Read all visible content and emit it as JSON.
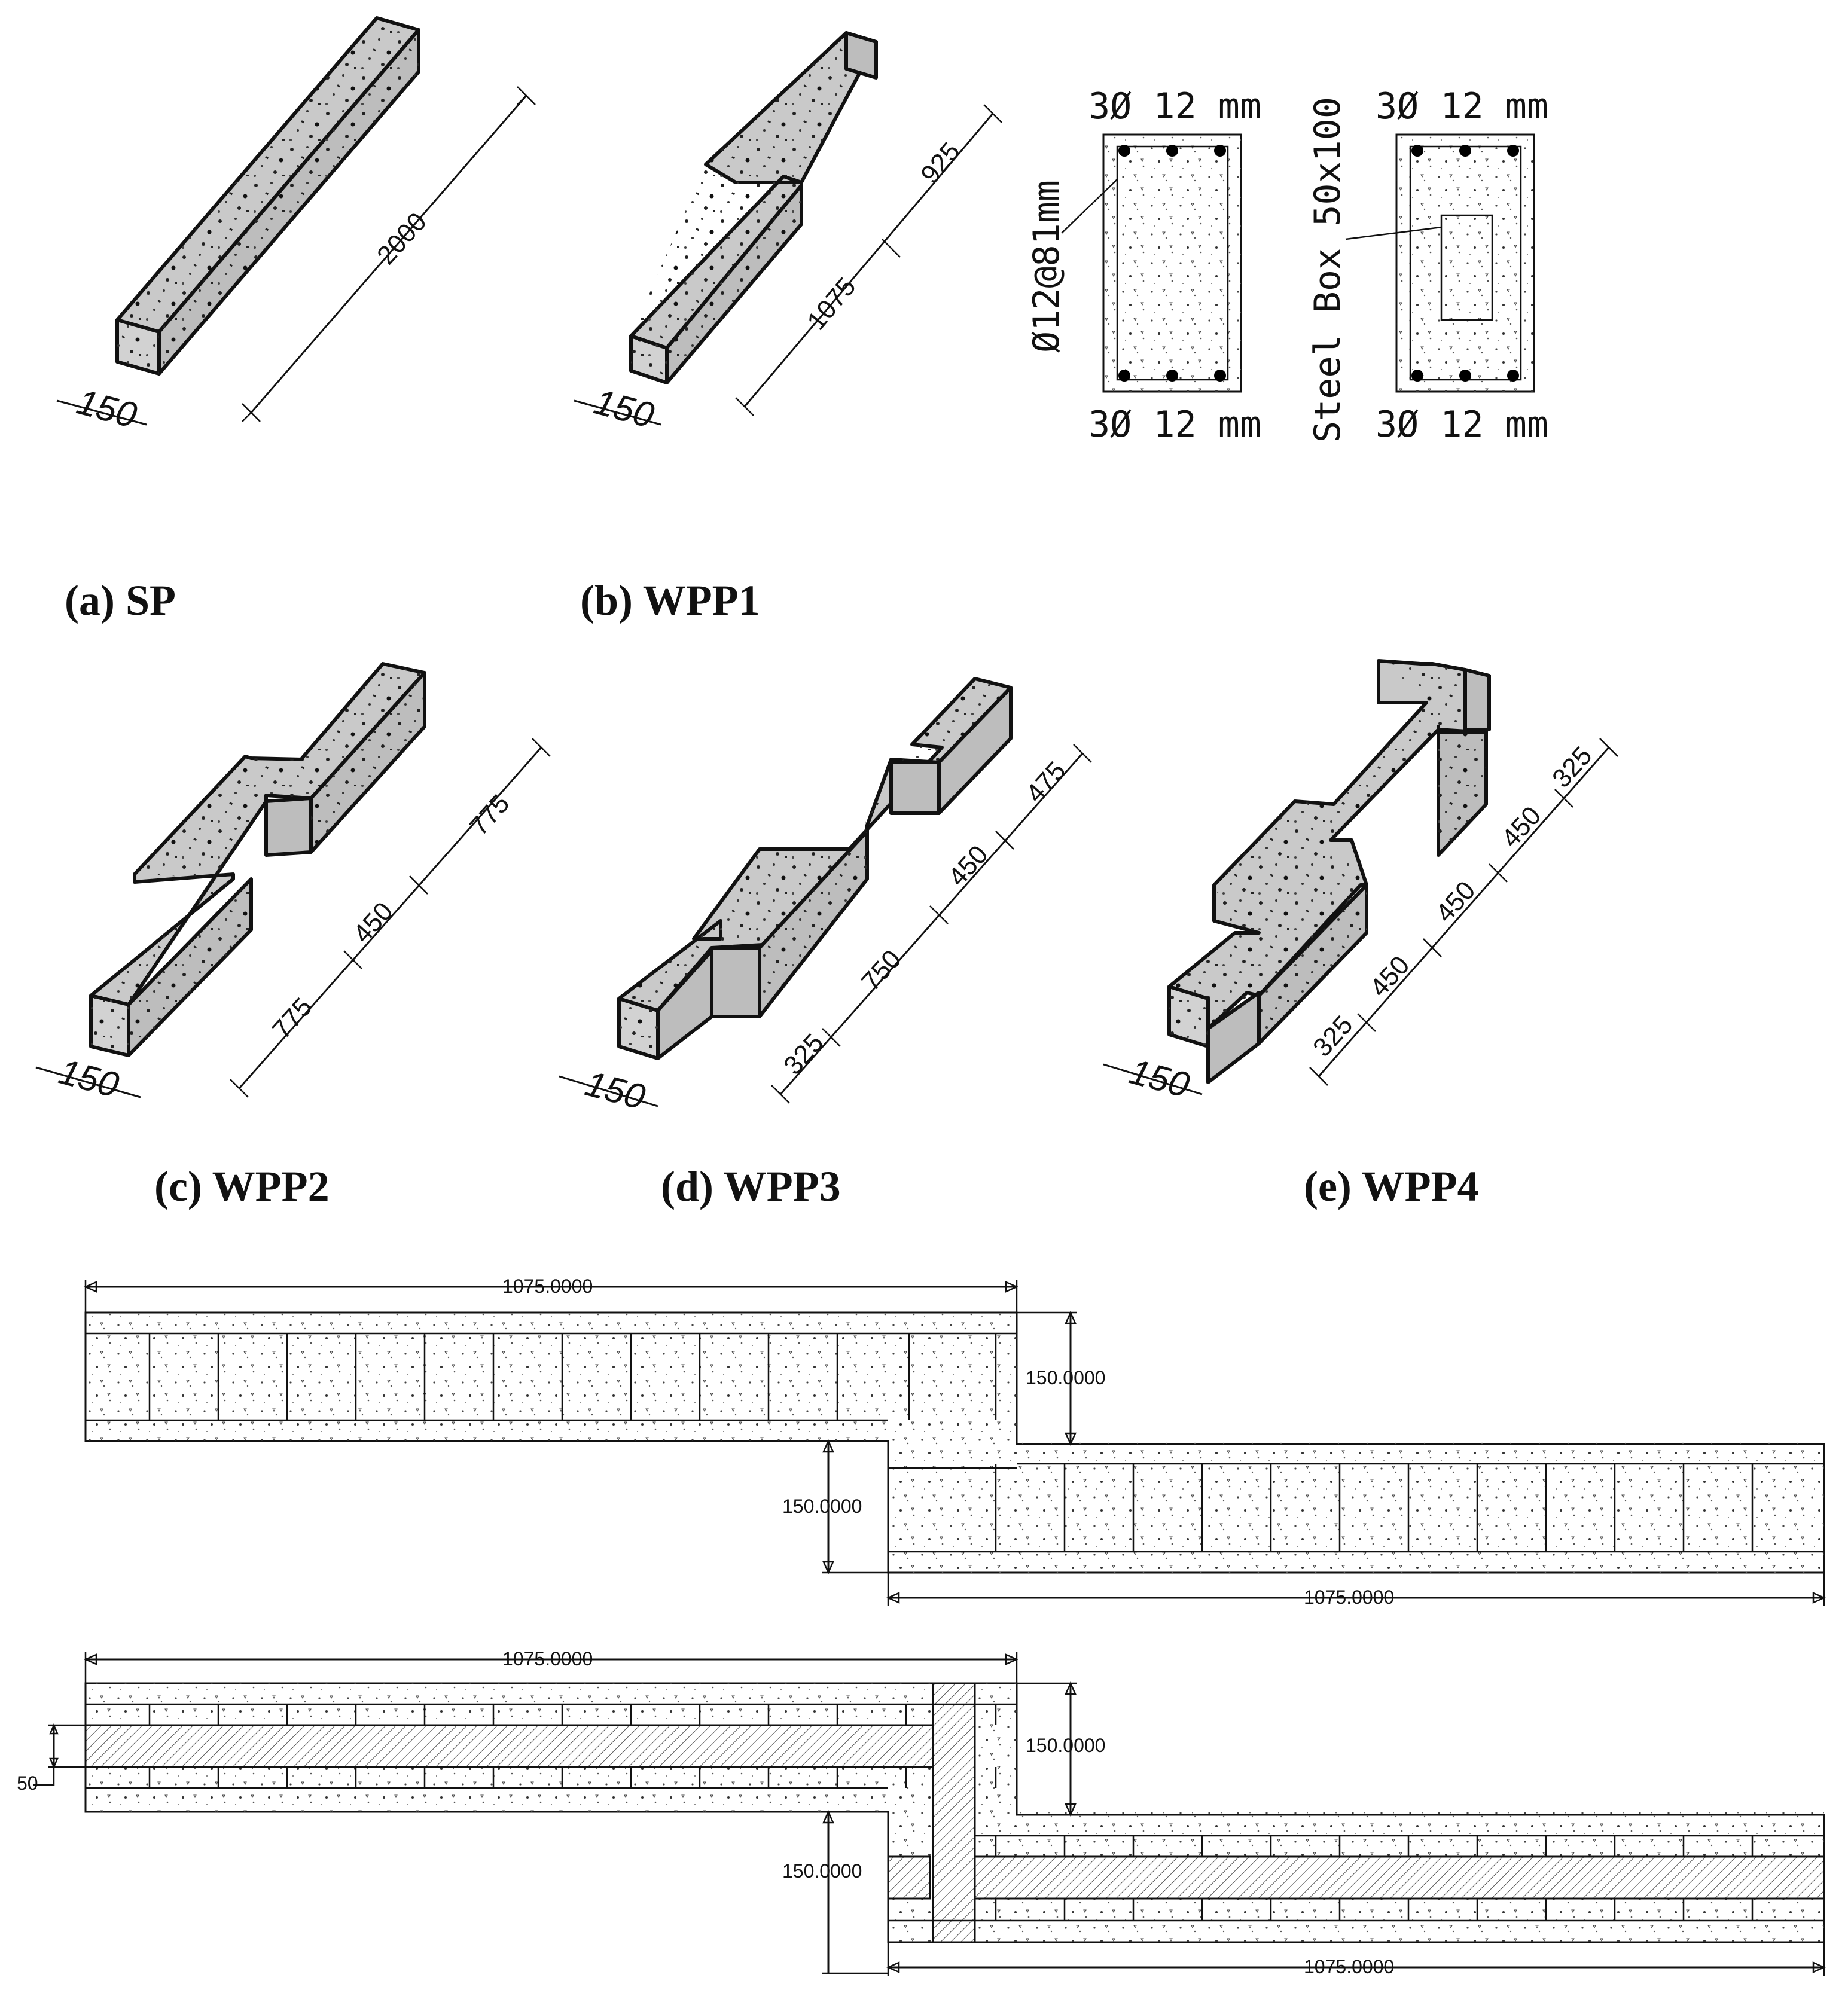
{
  "captions": {
    "a": "(a) SP",
    "b": "(b) WPP1",
    "c": "(c) WPP2",
    "d": "(d) WPP3",
    "e": "(e) WPP4"
  },
  "sp": {
    "width": "150",
    "length": "2000"
  },
  "wpp1": {
    "width": "150",
    "seg1": "1075",
    "seg2": "925"
  },
  "wpp2": {
    "width": "150",
    "seg1": "775",
    "seg2": "450",
    "seg3": "775"
  },
  "wpp3": {
    "width": "150",
    "seg1": "325",
    "seg2": "750",
    "seg3": "450",
    "seg4": "475"
  },
  "wpp4": {
    "width": "150",
    "seg1": "325",
    "seg2": "450",
    "seg3": "450",
    "seg4": "450",
    "seg5": "325"
  },
  "section": {
    "top_bars_1": "3Ø  12  mm",
    "bottom_bars_1": "3Ø  12  mm",
    "stirrups": "Ø12@81mm",
    "top_bars_2": "3Ø  12  mm",
    "bottom_bars_2": "3Ø  12  mm",
    "steel_box": "Steel Box 50x100"
  },
  "plan1": {
    "len_top": "1075.0000",
    "depth_right": "150.0000",
    "depth_left": "150.0000",
    "len_bottom": "1075.0000"
  },
  "plan2": {
    "len_top": "1075.0000",
    "depth_right": "150.0000",
    "box_dim": "50",
    "depth_left": "150.0000",
    "len_bottom": "1075.0000"
  },
  "colors": {
    "concrete": "#c9c9c9",
    "line": "#111111",
    "hatch": "#555555"
  }
}
